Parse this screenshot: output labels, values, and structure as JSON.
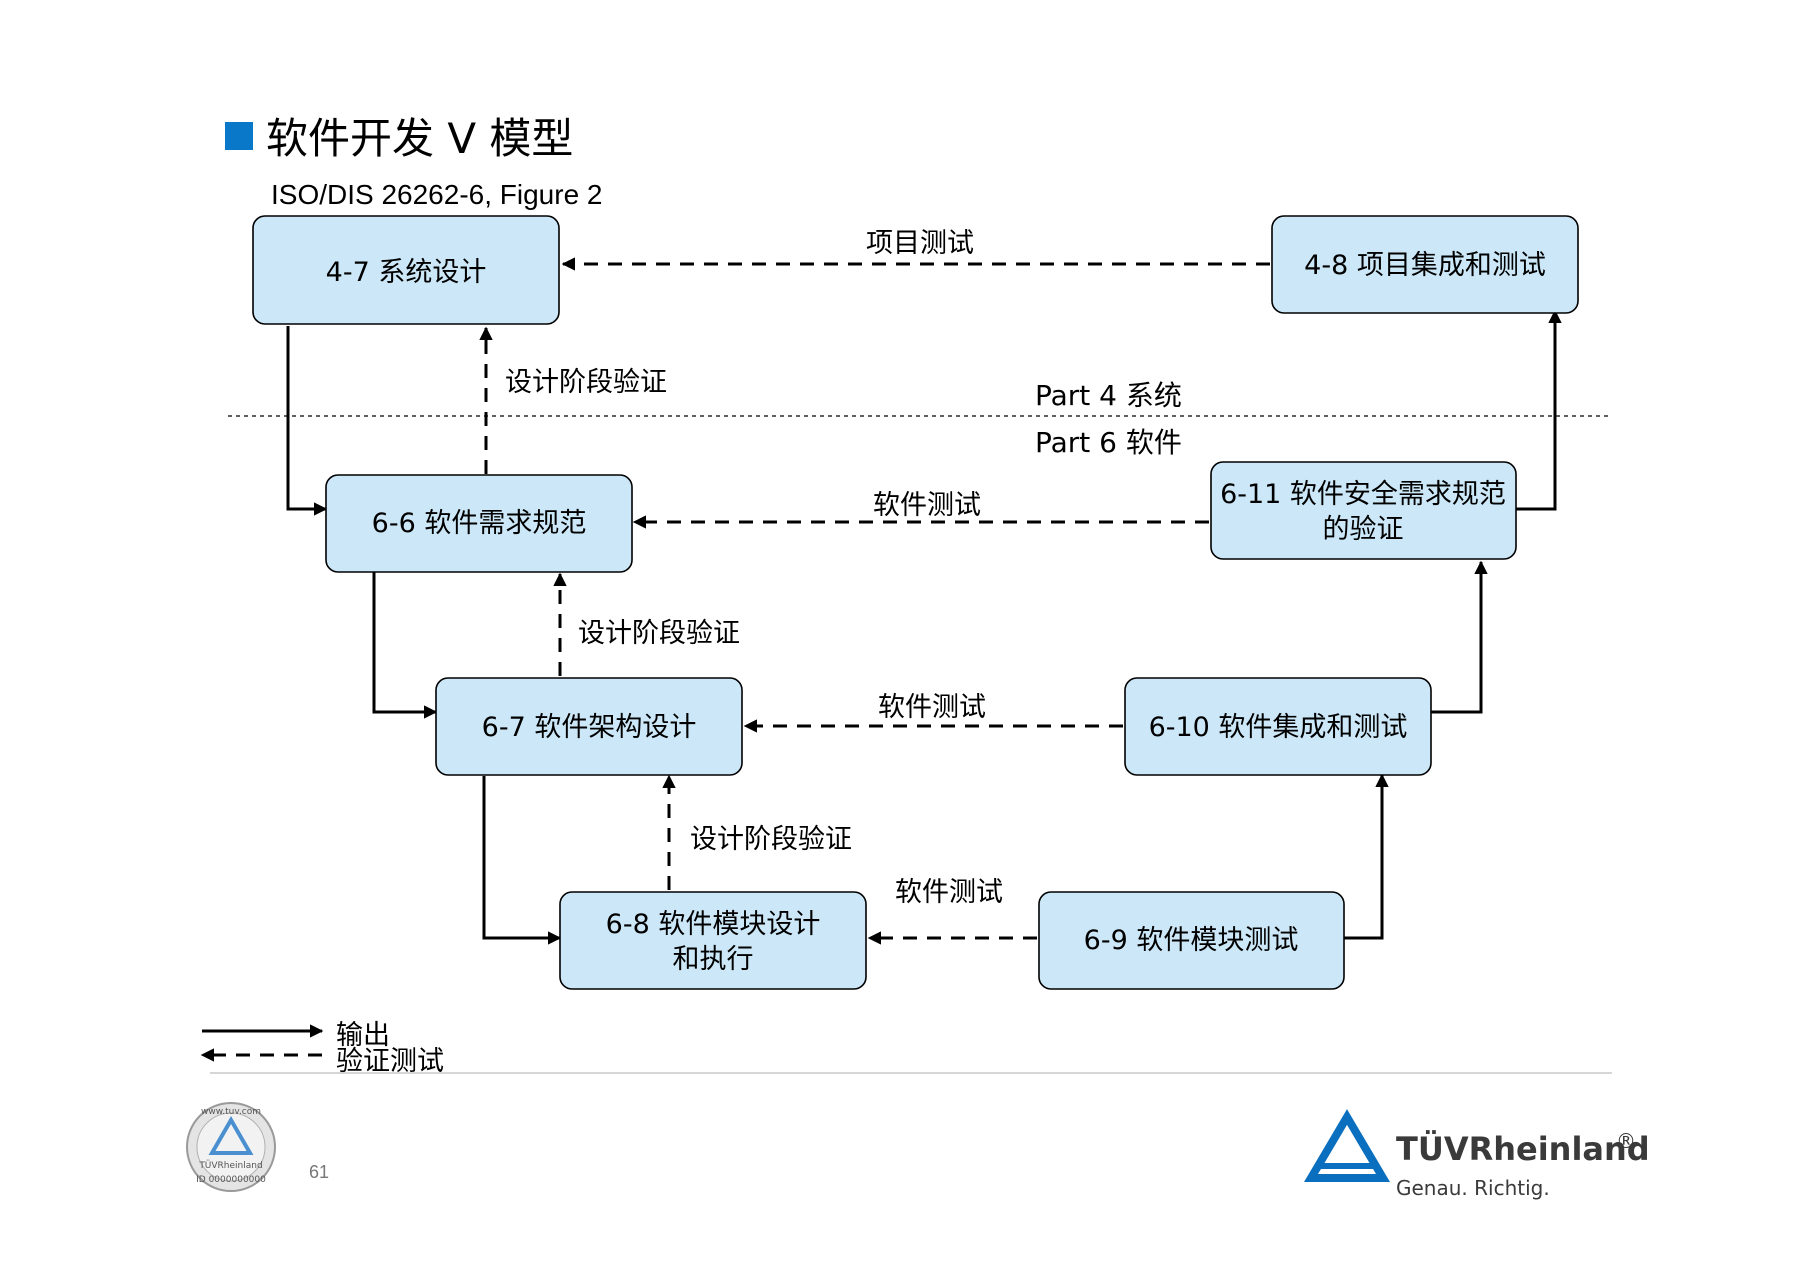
{
  "title": "软件开发 V 模型",
  "subtitle": "ISO/DIS 26262-6, Figure 2",
  "colors": {
    "title_square": "#0a78c8",
    "box_fill": "#cce8f8",
    "box_border": "#000000",
    "brand_blue": "#0a6fbf",
    "brand_text": "#3a3a3a"
  },
  "boxes": {
    "b47": {
      "line1": "4-7 系统设计"
    },
    "b48": {
      "line1": "4-8 项目集成和测试"
    },
    "b66": {
      "line1": "6-6 软件需求规范"
    },
    "b611": {
      "line1": "6-11 软件安全需求规范",
      "line2": "的验证"
    },
    "b67": {
      "line1": "6-7 软件架构设计"
    },
    "b610": {
      "line1": "6-10 软件集成和测试"
    },
    "b68": {
      "line1": "6-8 软件模块设计",
      "line2": "和执行"
    },
    "b69": {
      "line1": "6-9 软件模块测试"
    }
  },
  "labels": {
    "item_test": "项目测试",
    "sw_test_1": "软件测试",
    "sw_test_2": "软件测试",
    "sw_test_3": "软件测试",
    "design_verify_1": "设计阶段验证",
    "design_verify_2": "设计阶段验证",
    "design_verify_3": "设计阶段验证",
    "part4": "Part 4 系统",
    "part6": "Part 6 软件"
  },
  "legend": {
    "output": "输出",
    "verification": "验证测试"
  },
  "footer": {
    "page_number": "61",
    "brand_name": "TÜVRheinland",
    "registered_mark": "®",
    "brand_slogan": "Genau. Richtig.",
    "seal_url": "www.tuv.com",
    "seal_brand": "TÜVRheinland",
    "seal_id": "ID 0000000000"
  }
}
